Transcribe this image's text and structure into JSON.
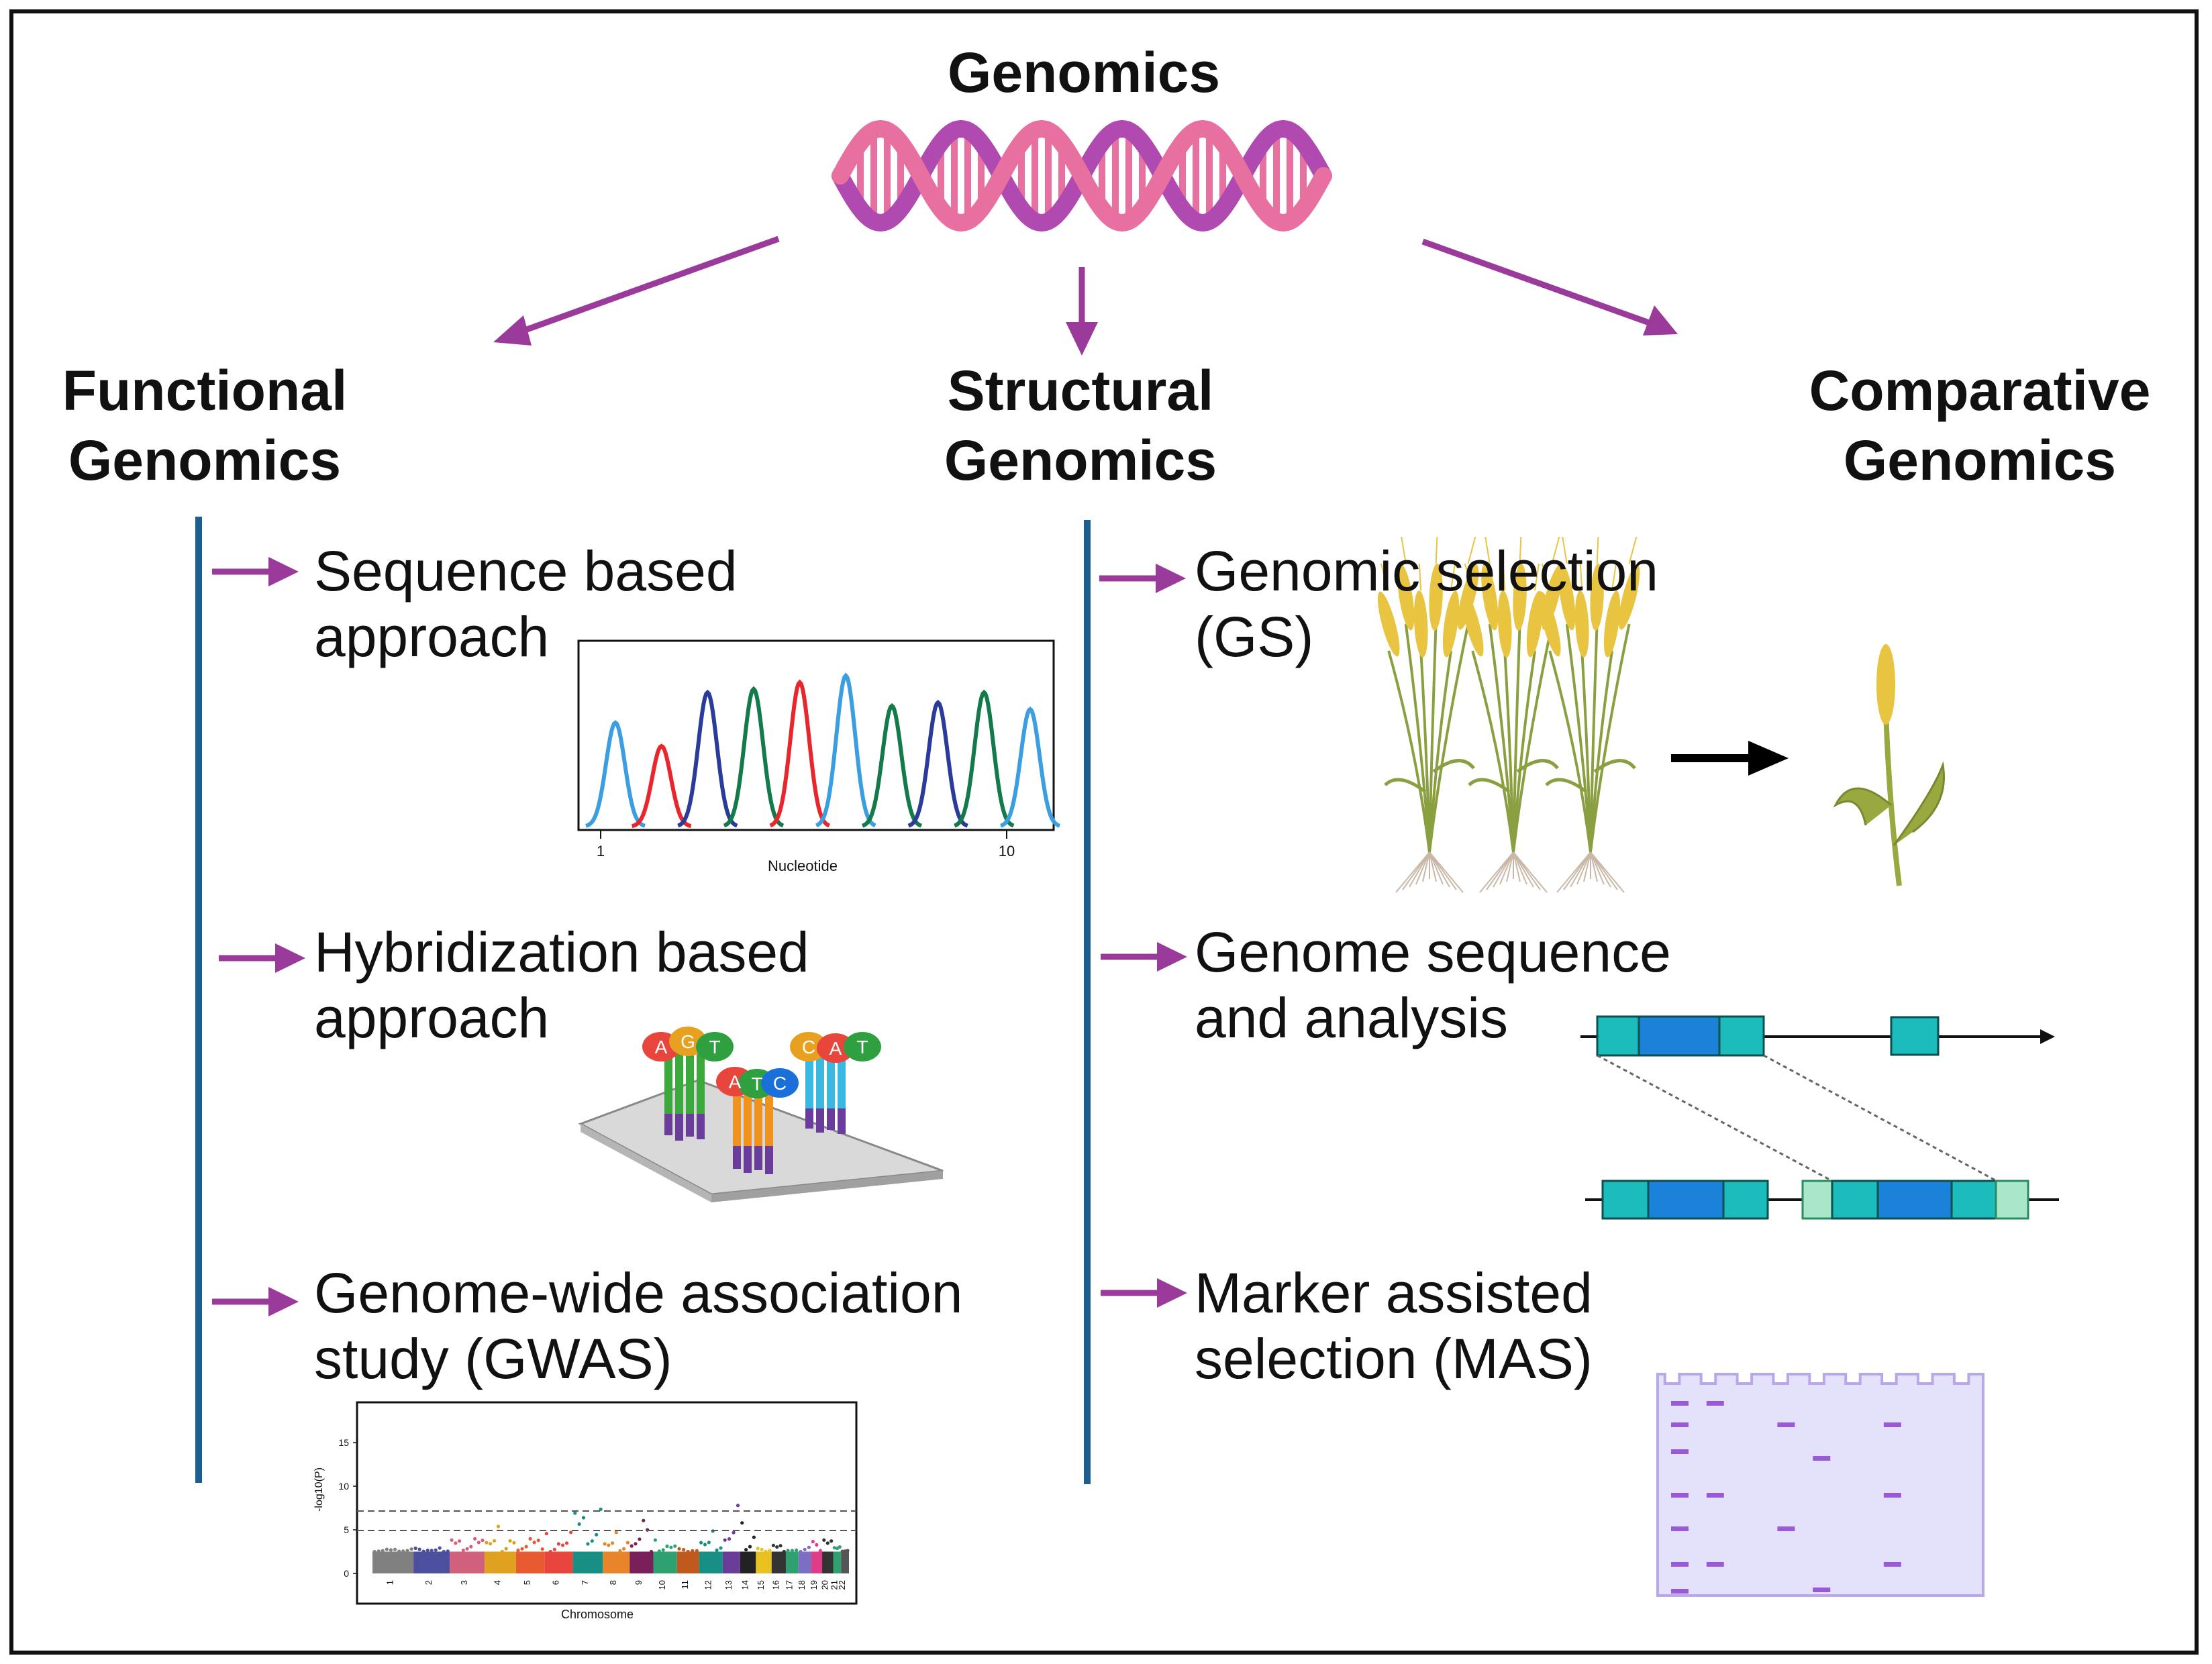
{
  "title": "Genomics",
  "branches": {
    "functional": {
      "line1": "Functional",
      "line2": "Genomics"
    },
    "structural": {
      "line1": "Structural",
      "line2": "Genomics"
    },
    "comparative": {
      "line1": "Comparative",
      "line2": "Genomics"
    }
  },
  "functional_items": [
    {
      "line1": "Sequence based",
      "line2": "approach"
    },
    {
      "line1": "Hybridization based",
      "line2": "approach"
    },
    {
      "line1": "Genome-wide association",
      "line2": "study (GWAS)"
    }
  ],
  "structural_items": [
    {
      "line1": "Genomic selection",
      "line2": "(GS)"
    },
    {
      "line1": "Genome sequence",
      "line2": "and analysis"
    },
    {
      "line1": "Marker assisted",
      "line2": "selection (MAS)"
    }
  ],
  "chromatogram": {
    "xlabel": "Nucleotide",
    "tick_left": "1",
    "tick_right": "10",
    "peak_colors": [
      "#3b9ee0",
      "#e8262b",
      "#2a3b9a",
      "#137a4a",
      "#e8262b",
      "#3b9ee0",
      "#137a4a",
      "#2a3b9a",
      "#137a4a",
      "#3b9ee0"
    ]
  },
  "microarray": {
    "probe_left_bases": [
      "A",
      "G",
      "T"
    ],
    "probe_mid_bases": [
      "A",
      "T",
      "C"
    ],
    "probe_right_bases": [
      "C",
      "A",
      "T"
    ]
  },
  "gwas": {
    "ylabel": "-log10(P)",
    "xlabel": "Chromosome",
    "yticks": [
      "15",
      "10",
      "5",
      "0"
    ],
    "chromosomes": [
      "1",
      "2",
      "3",
      "4",
      "5",
      "6",
      "7",
      "8",
      "9",
      "10",
      "11",
      "12",
      "13",
      "14",
      "15",
      "16",
      "17",
      "18",
      "19",
      "20",
      "21",
      "22"
    ],
    "chrom_colors": [
      "#808080",
      "#4b4f9e",
      "#d0607c",
      "#e0a020",
      "#e85a30",
      "#e8453c",
      "#178f85",
      "#e8852a",
      "#7a1f5a",
      "#2fa070",
      "#c0591e",
      "#178f85",
      "#6a3d9a",
      "#222222",
      "#e8c020",
      "#333333",
      "#2fa070",
      "#7a6fc0",
      "#e03c8a",
      "#333333",
      "#2fa070",
      "#555555"
    ]
  },
  "colors": {
    "arrow": "#9a3a9a",
    "divider": "#1a5f8f",
    "dna_pink": "#e870a0",
    "dna_purple": "#b04ab0",
    "gel": "#e4e2fb",
    "gel_border": "#b8a8e8",
    "band": "#9a5ad8",
    "exon_teal": "#1cbcbc",
    "exon_blue": "#1a82d8",
    "exon_light": "#a8e8c8"
  }
}
